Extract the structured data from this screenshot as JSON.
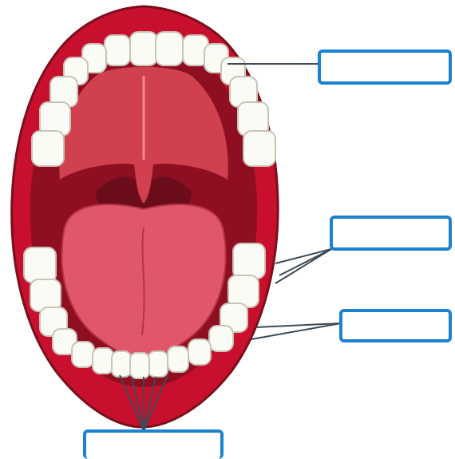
{
  "diagram": {
    "subject": "open-mouth-anatomy",
    "colors": {
      "lip": "#c8102e",
      "lip_dark": "#7a0f1c",
      "mouth_interior": "#a3142a",
      "palate": "#d1404f",
      "tongue": "#e0566a",
      "tongue_shadow": "#b73247",
      "tooth": "#fbfbf6",
      "tooth_outline": "#c9c4b6",
      "leader_line": "#3d4a55",
      "label_box_border": "#1b82d1"
    },
    "labels": [
      {
        "id": "upper-teeth-label",
        "text": ""
      },
      {
        "id": "molars-label",
        "text": ""
      },
      {
        "id": "lower-teeth-label",
        "text": ""
      },
      {
        "id": "incisors-label",
        "text": ""
      }
    ]
  }
}
